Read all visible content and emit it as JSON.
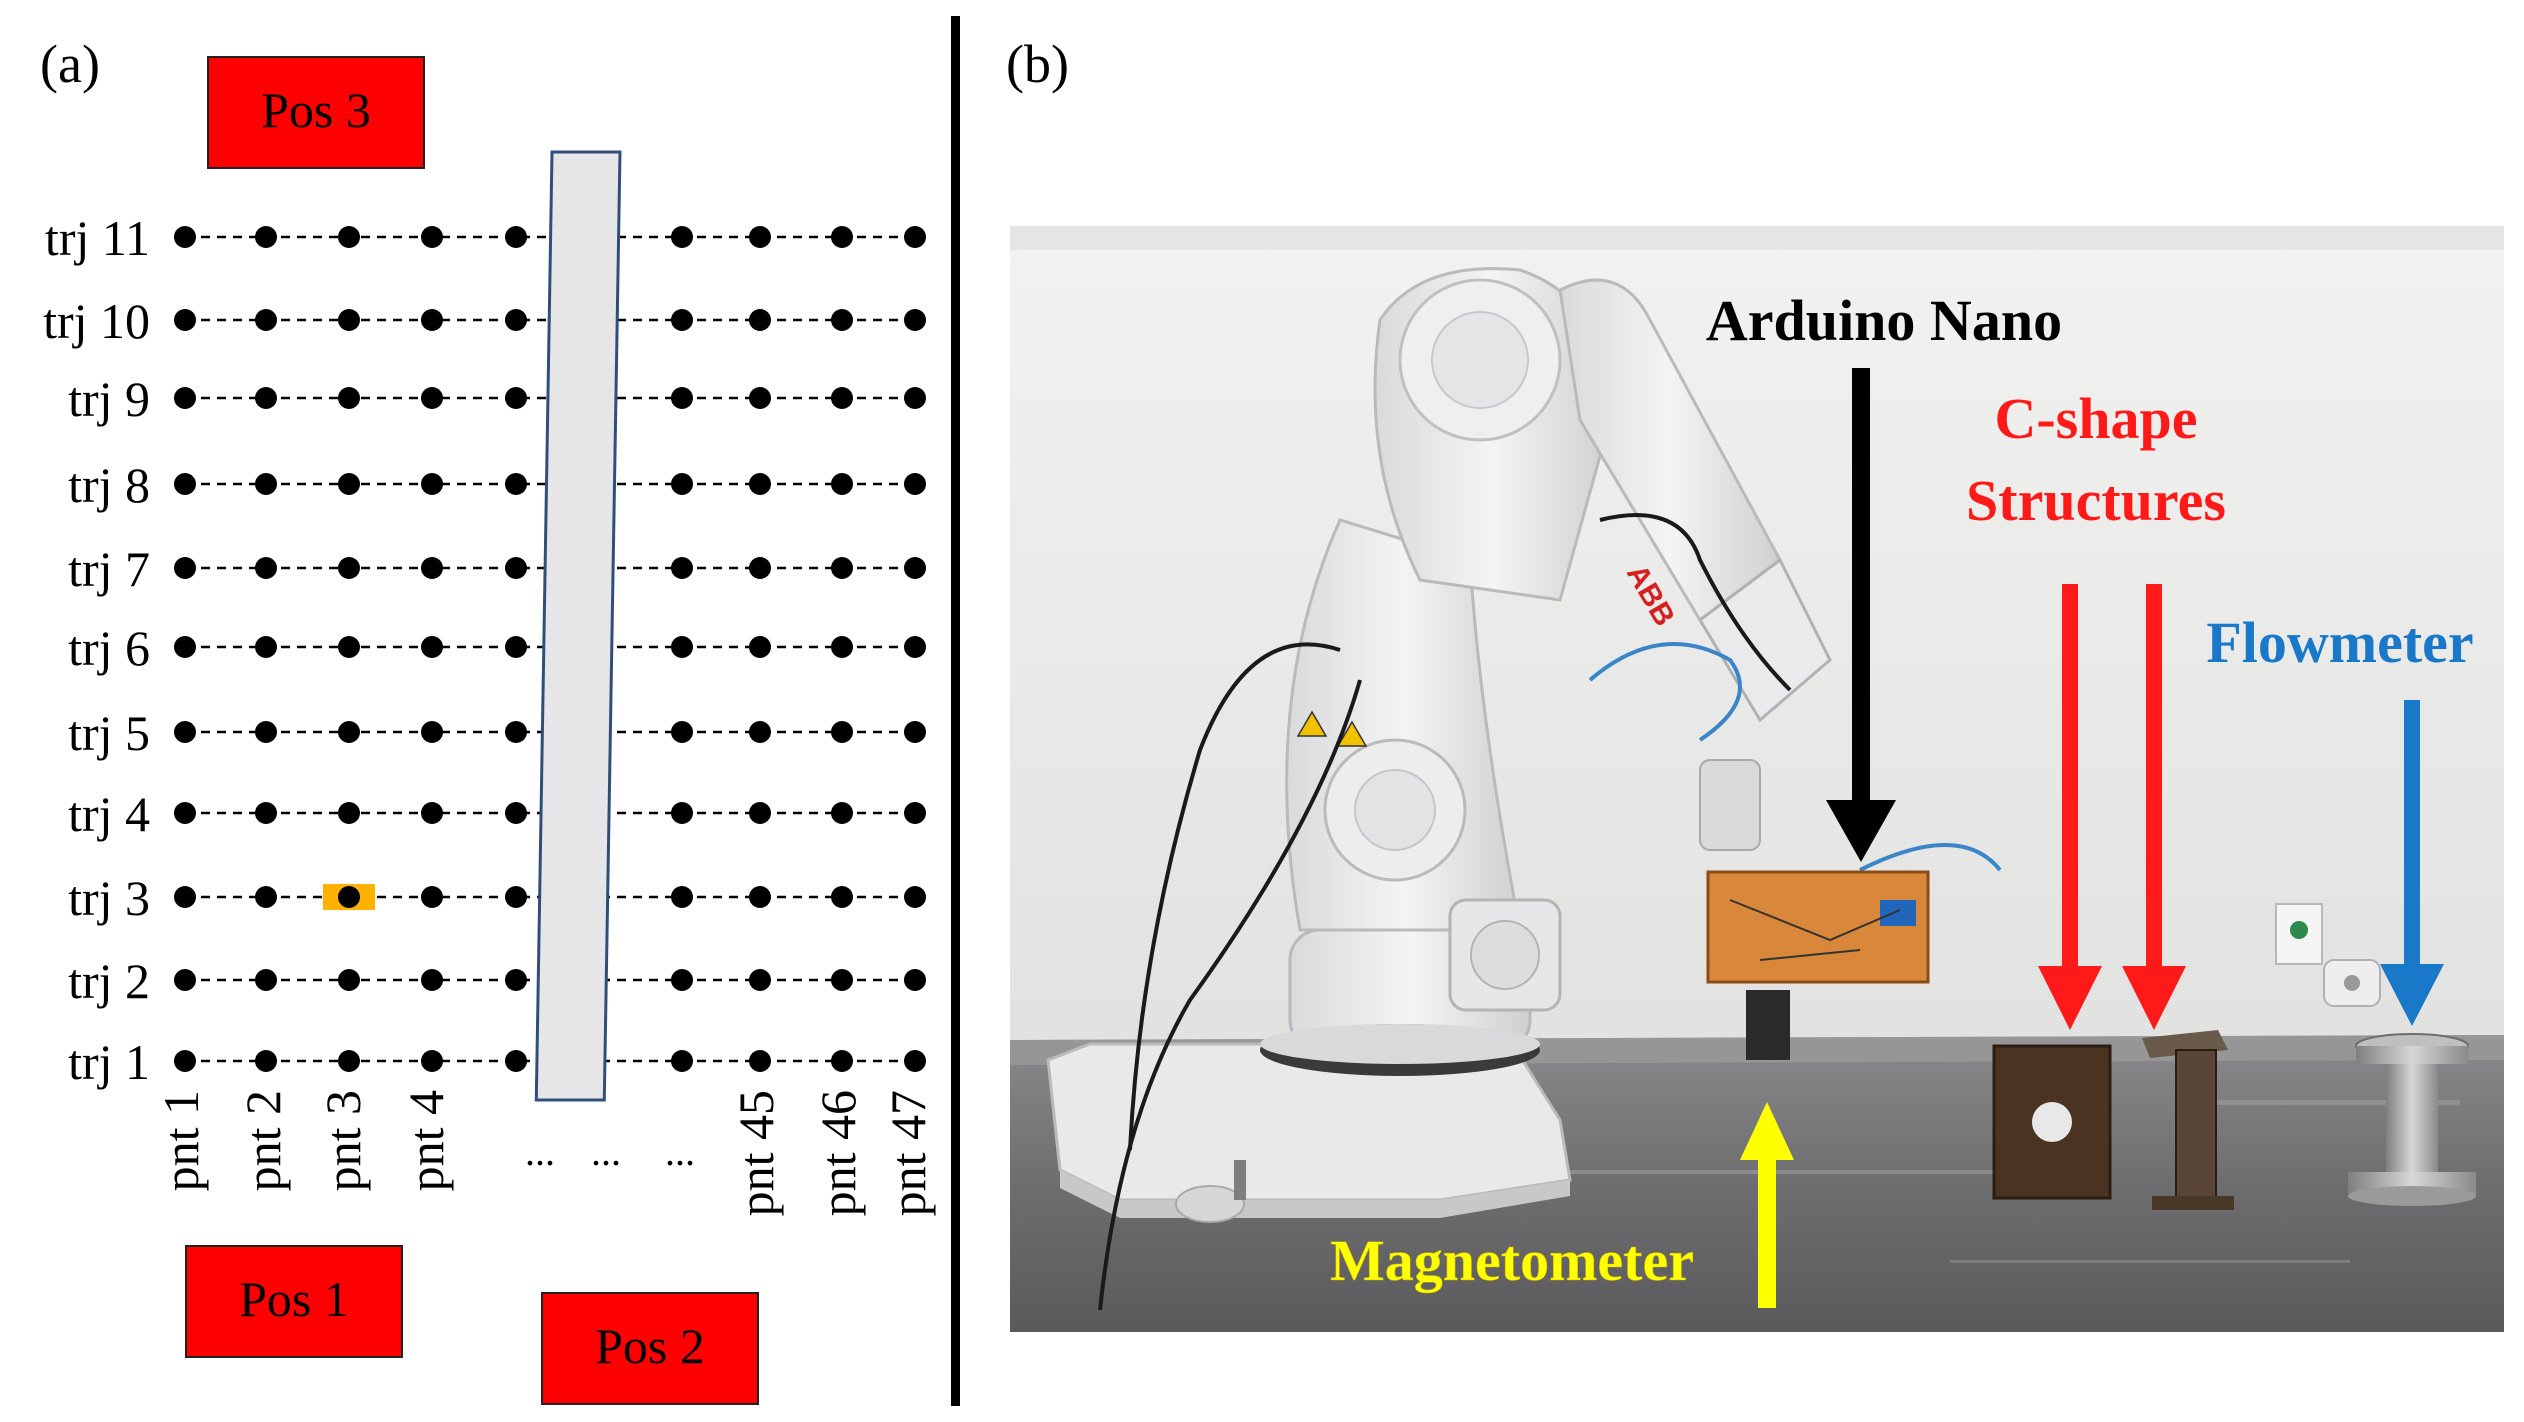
{
  "panel_a": {
    "label": "(a)",
    "pos_labels": {
      "pos1": "Pos 1",
      "pos2": "Pos 2",
      "pos3": "Pos 3"
    },
    "trajectories": [
      "trj 11",
      "trj 10",
      "trj 9",
      "trj 8",
      "trj 7",
      "trj 6",
      "trj 5",
      "trj 4",
      "trj 3",
      "trj 2",
      "trj 1"
    ],
    "points": [
      "pnt 1",
      "pnt 2",
      "pnt 3",
      "pnt 4",
      "pnt 45",
      "pnt 46",
      "pnt 47"
    ],
    "ellipsis": "...",
    "highlighted_point": {
      "trajectory": "trj 3",
      "point": "pnt 3"
    },
    "colors": {
      "pos_box": "#ff0000",
      "highlight": "#ffb300",
      "bar_fill": "#e6e6e8",
      "bar_stroke": "#2f4f7a"
    }
  },
  "panel_b": {
    "label": "(b)",
    "annotations": {
      "arduino": "Arduino Nano",
      "cshape_line1": "C-shape",
      "cshape_line2": "Structures",
      "flowmeter": "Flowmeter",
      "magnetometer": "Magnetometer"
    },
    "robot_logo": "ABB",
    "colors": {
      "arduino": "#000000",
      "cshape": "#ff1a1a",
      "flowmeter": "#1a78c8",
      "magnetometer": "#ffff00"
    }
  }
}
